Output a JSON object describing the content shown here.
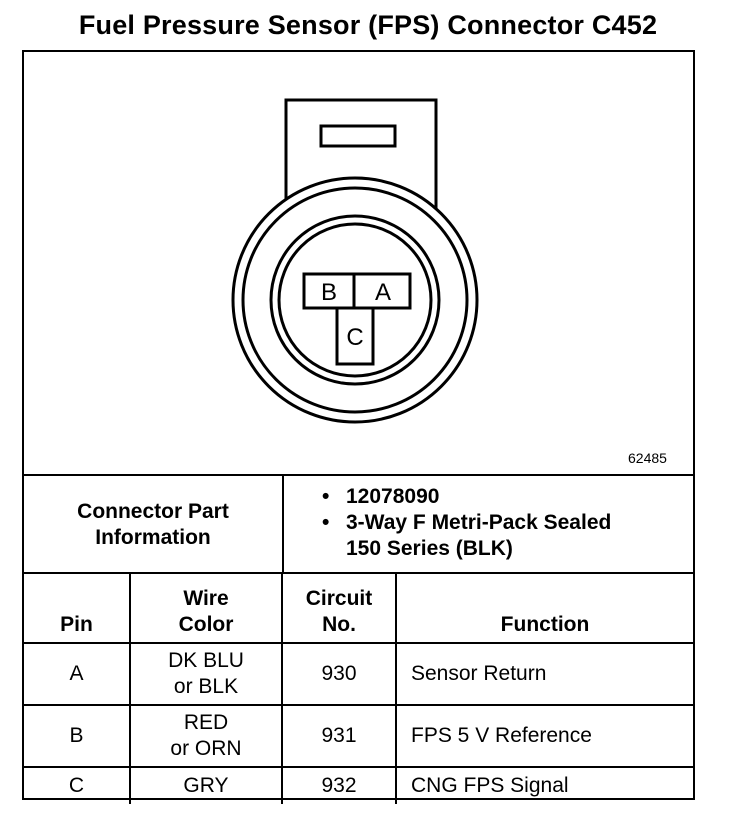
{
  "title": "Fuel Pressure Sensor (FPS) Connector C452",
  "drawing_number": "62485",
  "connector": {
    "pins_shown": [
      "B",
      "A",
      "C"
    ]
  },
  "part_info": {
    "label_line1": "Connector Part",
    "label_line2": "Information",
    "bullets": [
      "12078090",
      "3-Way F Metri-Pack Sealed",
      "150 Series (BLK)"
    ]
  },
  "table": {
    "headers": {
      "pin": "Pin",
      "wire_line1": "Wire",
      "wire_line2": "Color",
      "circuit_line1": "Circuit",
      "circuit_line2": "No.",
      "function": "Function"
    },
    "rows": [
      {
        "pin": "A",
        "color_line1": "DK BLU",
        "color_line2": "or BLK",
        "circuit": "930",
        "function": "Sensor Return"
      },
      {
        "pin": "B",
        "color_line1": "RED",
        "color_line2": "or ORN",
        "circuit": "931",
        "function": "FPS 5 V Reference"
      },
      {
        "pin": "C",
        "color_line1": "GRY",
        "color_line2": "",
        "circuit": "932",
        "function": "CNG FPS Signal"
      }
    ]
  }
}
